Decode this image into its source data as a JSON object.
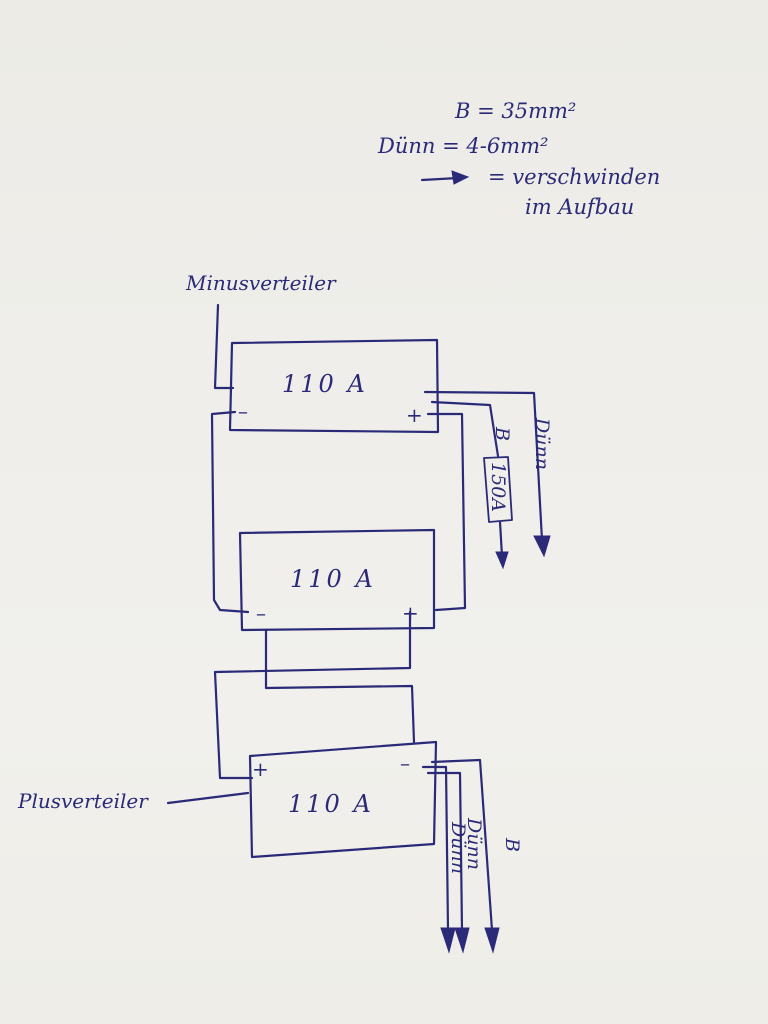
{
  "legend": {
    "line1": "B = 35mm²",
    "line2": "Dünn = 4-6mm²",
    "line3": "= verschwinden",
    "line4": "im Aufbau"
  },
  "labels": {
    "minus_distributor": "Minusverteiler",
    "plus_distributor": "Plusverteiler",
    "fuse": "150A",
    "wire_b": "B",
    "wire_thin": "Dünn"
  },
  "batteries": [
    {
      "capacity": "110 A",
      "minus": "–",
      "plus": "+"
    },
    {
      "capacity": "110 A",
      "minus": "–",
      "plus": "+"
    },
    {
      "capacity": "110 A",
      "minus": "–",
      "plus": "+"
    }
  ],
  "colors": {
    "ink": "#2b2a78",
    "paper": "#efeeea"
  }
}
